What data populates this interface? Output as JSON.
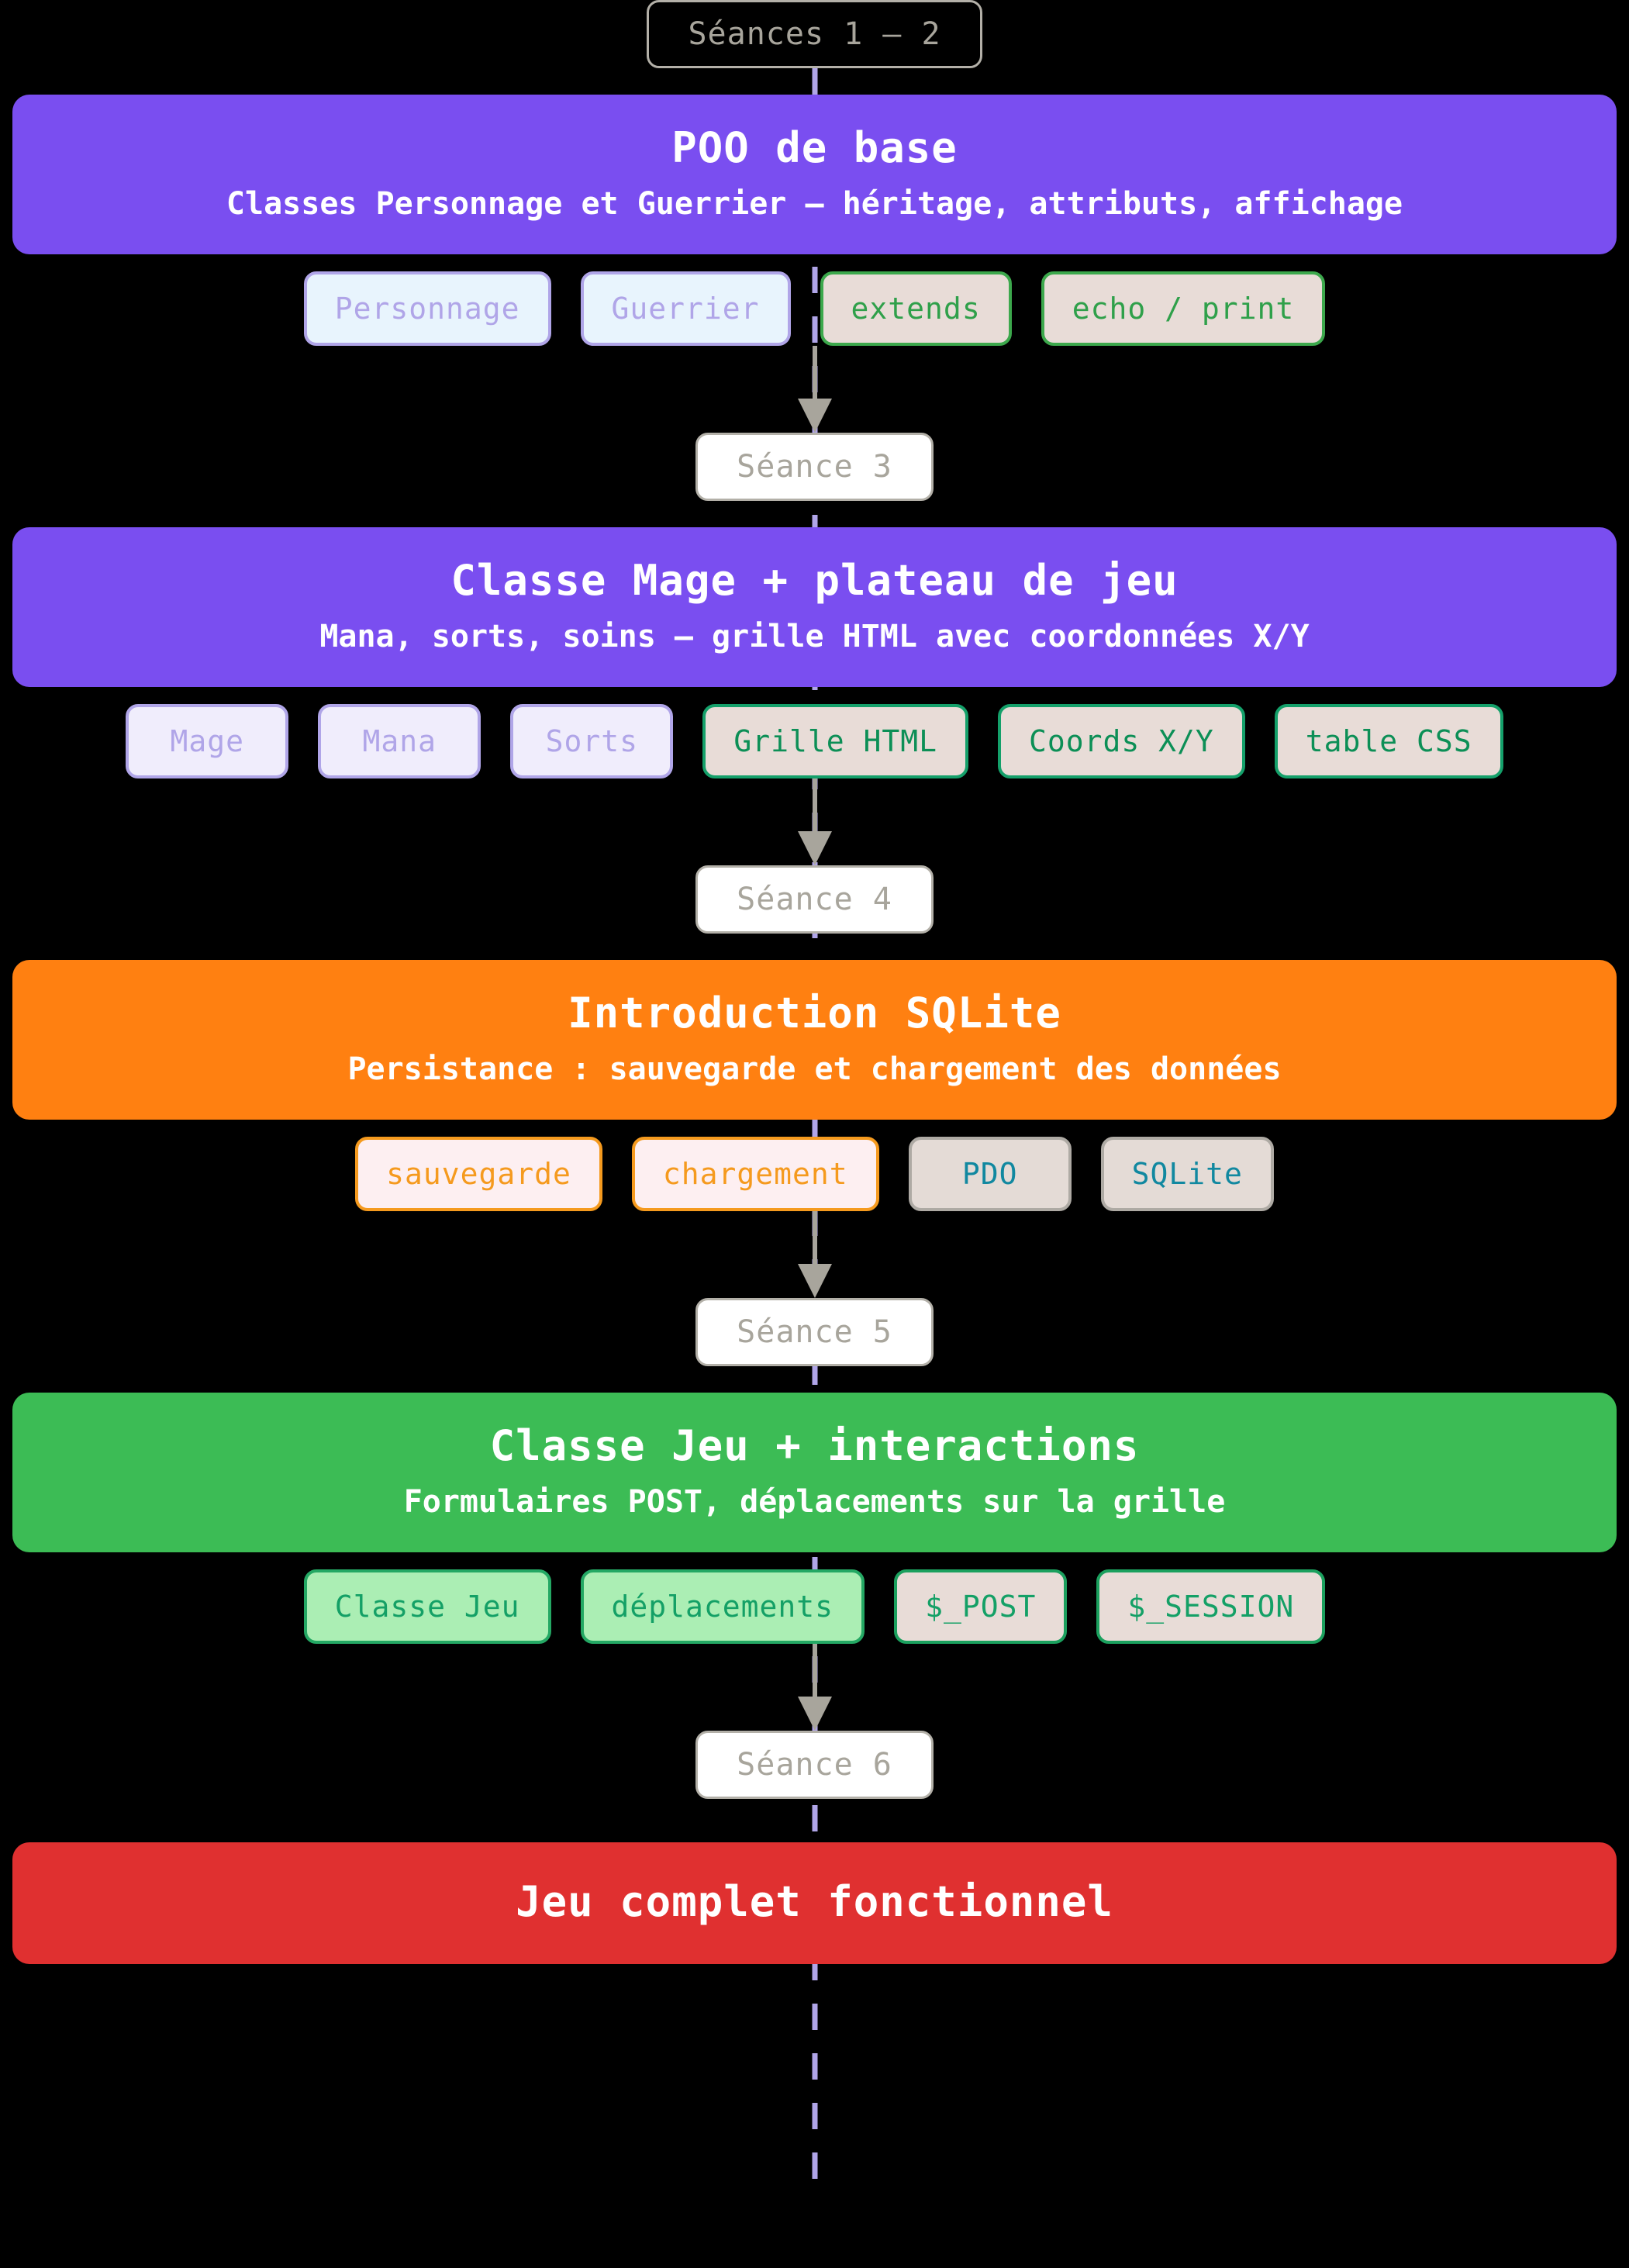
{
  "diagram": {
    "title": "Progression pedagogique PHP POO",
    "background_color": "#000000",
    "spine_color": "#b0a5e8",
    "arrow_color": "#a8a59c"
  },
  "sessions": {
    "s1_2": "Séances 1 – 2",
    "s3": "Séance 3",
    "s4": "Séance 4",
    "s5": "Séance 5",
    "s6": "Séance 6"
  },
  "stages": [
    {
      "id": "poo-de-base",
      "title": "POO de base",
      "subtitle": "Classes Personnage et Guerrier – héritage, attributs, affichage",
      "color": "#7a4ef0",
      "chips": [
        {
          "label": "Personnage",
          "style": "lav-blue"
        },
        {
          "label": "Guerrier",
          "style": "lav-blue"
        },
        {
          "label": "extends",
          "style": "beige-green"
        },
        {
          "label": "echo / print",
          "style": "beige-green"
        }
      ]
    },
    {
      "id": "classe-mage-plateau",
      "title": "Classe Mage + plateau de jeu",
      "subtitle": "Mana, sorts, soins – grille HTML avec coordonnées X/Y",
      "color": "#7a4ef0",
      "chips": [
        {
          "label": "Mage",
          "style": "lav-pale"
        },
        {
          "label": "Mana",
          "style": "lav-pale"
        },
        {
          "label": "Sorts",
          "style": "lav-pale"
        },
        {
          "label": "Grille HTML",
          "style": "beige-green-dk"
        },
        {
          "label": "Coords X/Y",
          "style": "beige-green-dk"
        },
        {
          "label": "table CSS",
          "style": "beige-green-dk"
        }
      ]
    },
    {
      "id": "introduction-sqlite",
      "title": "Introduction SQLite",
      "subtitle": "Persistance : sauvegarde et chargement des données",
      "color": "#ff8011",
      "chips": [
        {
          "label": "sauvegarde",
          "style": "pink-orange"
        },
        {
          "label": "chargement",
          "style": "pink-orange"
        },
        {
          "label": "PDO",
          "style": "beige-teal"
        },
        {
          "label": "SQLite",
          "style": "beige-teal"
        }
      ]
    },
    {
      "id": "classe-jeu-interactions",
      "title": "Classe Jeu + interactions",
      "subtitle": "Formulaires POST, déplacements sur la grille",
      "color": "#3cbc55",
      "chips": [
        {
          "label": "Classe Jeu",
          "style": "mint-green"
        },
        {
          "label": "déplacements",
          "style": "mint-green"
        },
        {
          "label": "$_POST",
          "style": "beige-green2"
        },
        {
          "label": "$_SESSION",
          "style": "beige-green2"
        }
      ]
    }
  ],
  "final_stage": {
    "id": "jeu-complet-fonctionnel",
    "title": "Jeu complet fonctionnel",
    "color": "#e03030"
  }
}
